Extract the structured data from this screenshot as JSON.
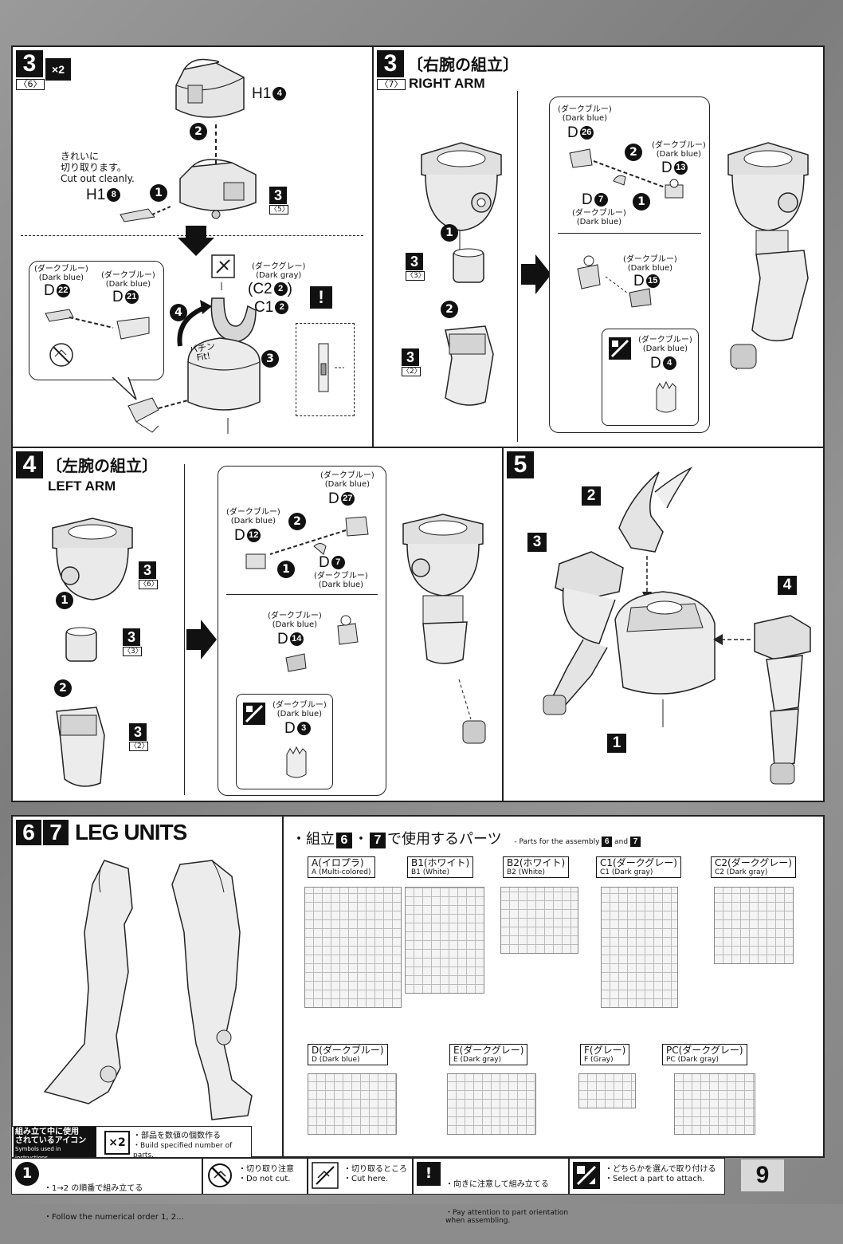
{
  "page_number": "9",
  "panel_3a": {
    "step": "3",
    "multiplier": "×2",
    "sub": "〈6〉",
    "part_h1": "H1",
    "part_h1_num": "4",
    "note_jp": "きれいに\n切り取ります。",
    "note_en": "Cut out cleanly.",
    "part_h1b": "H1",
    "part_h1b_num": "8",
    "ref_step": "3",
    "ref_sub": "〈5〉",
    "arrow1": "1",
    "arrow2": "2",
    "dark_blue_jp": "(ダークブルー)",
    "dark_blue_en": "(Dark blue)",
    "part_d22": "D",
    "part_d22_num": "22",
    "part_d21": "D",
    "part_d21_num": "21",
    "dark_gray_jp": "(ダークグレー)",
    "dark_gray_en": "(Dark gray)",
    "part_c2": "(C2",
    "part_c2_num": "2",
    "part_c1": "C1",
    "part_c1_num": "2",
    "attention": "!",
    "fit_label": "パチン\nFit!",
    "arrow3": "3",
    "arrow4": "4"
  },
  "panel_3b": {
    "step": "3",
    "title_jp": "〔右腕の組立〕",
    "sub": "〈7〉",
    "title_en": "RIGHT ARM",
    "ref1_step": "3",
    "ref1_sub": "〈3〉",
    "ref2_step": "3",
    "ref2_sub": "〈2〉",
    "arrow1": "1",
    "arrow2": "2",
    "dark_blue_jp": "(ダークブルー)",
    "dark_blue_en": "(Dark blue)",
    "part_d26": "D",
    "part_d26_num": "26",
    "part_d13": "D",
    "part_d13_num": "13",
    "part_d7": "D",
    "part_d7_num": "7",
    "part_d15": "D",
    "part_d15_num": "15",
    "part_d4": "D",
    "part_d4_num": "4"
  },
  "panel_4": {
    "step": "4",
    "title_jp": "〔左腕の組立〕",
    "title_en": "LEFT ARM",
    "ref1_step": "3",
    "ref1_sub": "〈6〉",
    "ref2_step": "3",
    "ref2_sub": "〈3〉",
    "ref3_step": "3",
    "ref3_sub": "〈2〉",
    "arrow1": "1",
    "arrow2": "2",
    "dark_blue_jp": "(ダークブルー)",
    "dark_blue_en": "(Dark blue)",
    "part_d27": "D",
    "part_d27_num": "27",
    "part_d12": "D",
    "part_d12_num": "12",
    "part_d7": "D",
    "part_d7_num": "7",
    "part_d14": "D",
    "part_d14_num": "14",
    "part_d3": "D",
    "part_d3_num": "3"
  },
  "panel_5": {
    "step": "5",
    "callouts": [
      "2",
      "3",
      "4",
      "1"
    ]
  },
  "panel_67": {
    "step6": "6",
    "step7": "7",
    "title_en": "LEG UNITS"
  },
  "parts_list": {
    "heading_jp_pre": "・組立",
    "heading_n6": "6",
    "heading_dot": "・",
    "heading_n7": "7",
    "heading_jp_post": "で使用するパーツ",
    "heading_en": "- Parts for the assembly",
    "heading_en_n6": "6",
    "heading_en_and": "and",
    "heading_en_n7": "7",
    "runners": [
      {
        "jp": "A(イロプラ)",
        "en": "A (Multi-colored)"
      },
      {
        "jp": "B1(ホワイト)",
        "en": "B1 (White)"
      },
      {
        "jp": "B2(ホワイト)",
        "en": "B2 (White)"
      },
      {
        "jp": "C1(ダークグレー)",
        "en": "C1 (Dark gray)"
      },
      {
        "jp": "C2(ダークグレー)",
        "en": "C2 (Dark gray)"
      },
      {
        "jp": "D(ダークブルー)",
        "en": "D (Dark blue)"
      },
      {
        "jp": "E(ダークグレー)",
        "en": "E (Dark gray)"
      },
      {
        "jp": "F(グレー)",
        "en": "F (Gray)"
      },
      {
        "jp": "PC(ダークグレー)",
        "en": "PC (Dark gray)"
      }
    ]
  },
  "legend": {
    "title_jp": "組み立て中に使用\nされているアイコン",
    "title_en": "Symbols used in instructions",
    "x2_icon": "×2",
    "x2_jp": "・部品を数値の個数作る",
    "x2_en": "・Build specified number of parts.",
    "order_icon": "1",
    "order_jp": "・1→2 の順番で組み立てる",
    "order_en": "・Follow the numerical order 1, 2...",
    "nocut_jp": "・切り取り注意",
    "nocut_en": "・Do not cut.",
    "cut_jp": "・切り取るところ",
    "cut_en": "・Cut here.",
    "attn_icon": "!",
    "attn_jp": "・向きに注意して組み立てる",
    "attn_en": "・Pay attention to part orientation\nwhen assembling.",
    "select_jp": "・どちらかを選んで取り付ける",
    "select_en": "・Select a part to attach."
  }
}
